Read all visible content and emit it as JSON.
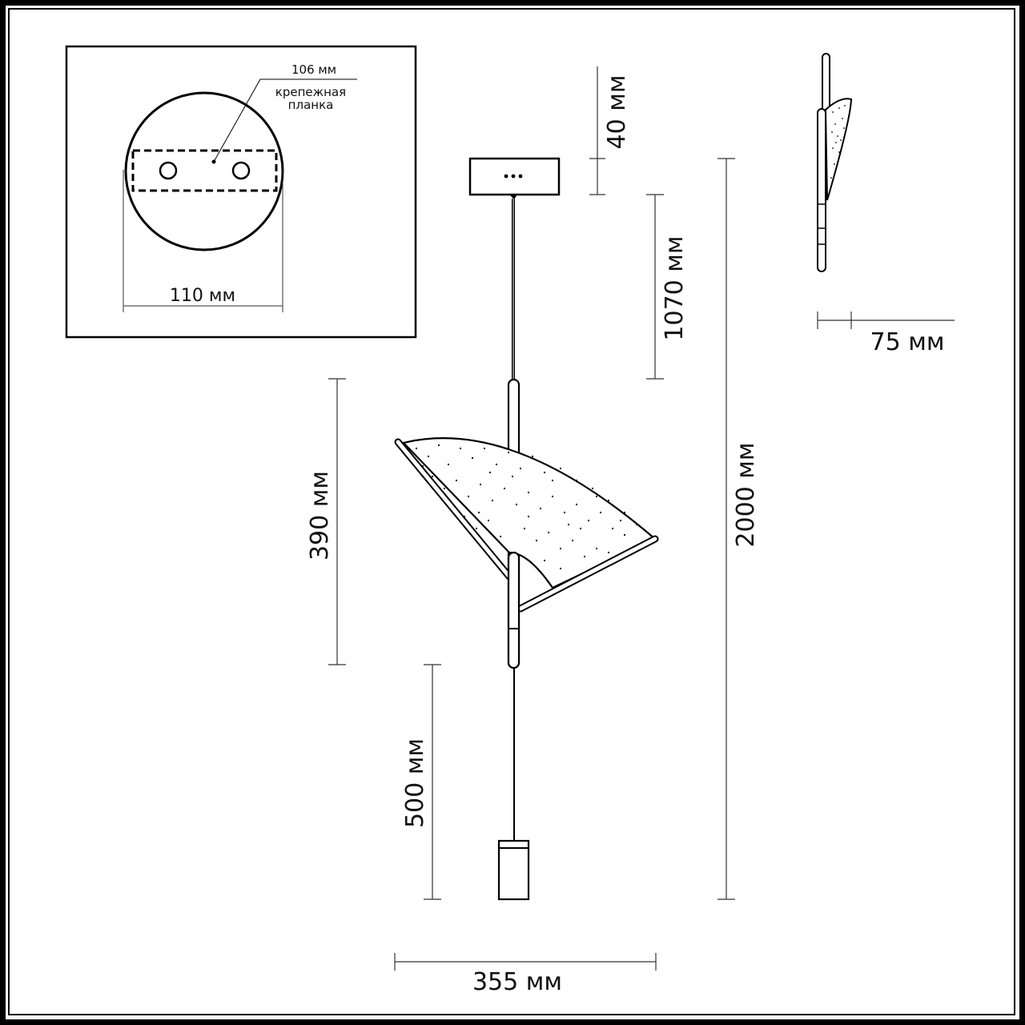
{
  "drawing": {
    "type": "technical dimension drawing",
    "subject": "pendant lamp with fan-shaped speckled shade"
  },
  "inset": {
    "title": "canopy mounting detail",
    "bracket_label": "106 мм",
    "bracket_caption_line1": "крепежная",
    "bracket_caption_line2": "планка",
    "diameter_label": "110 мм"
  },
  "front_view": {
    "canopy_height_label": "40 мм",
    "cable_length_label": "1070 мм",
    "shade_height_label": "390 мм",
    "lower_rod_label": "500 мм",
    "total_height_label": "2000 мм",
    "width_label": "355 мм"
  },
  "side_view": {
    "depth_label": "75 мм"
  },
  "colors": {
    "line": "#000000",
    "dimension_line": "#333333",
    "background": "#ffffff"
  }
}
